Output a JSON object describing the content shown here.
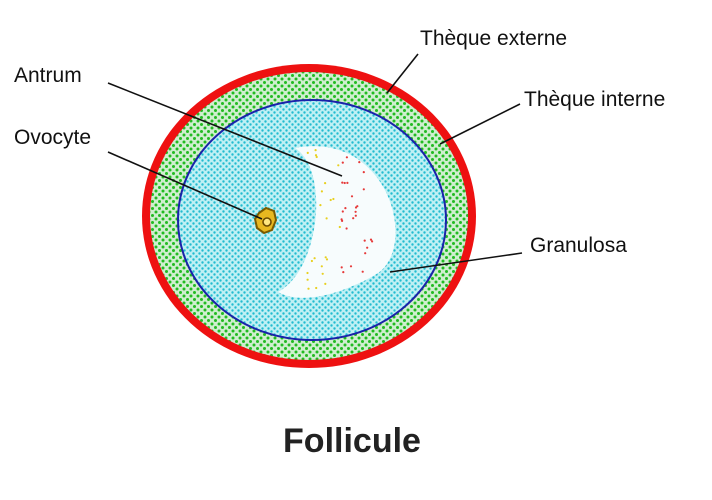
{
  "diagram": {
    "title": "Follicule",
    "labels": {
      "antrum": "Antrum",
      "ovocyte": "Ovocyte",
      "theque_externe": "Thèque externe",
      "theque_interne": "Thèque interne",
      "granulosa": "Granulosa"
    },
    "colors": {
      "theque_externe": "#ee1111",
      "theque_interne_base": "#cfeecf",
      "theque_interne_dots": "#22bb22",
      "basal_membrane": "#1a22aa",
      "granulosa_base": "#bff0f4",
      "granulosa_dots": "#22bbd0",
      "antrum_fill": "#f7fcfd",
      "antrum_dots_red": "#e63a3a",
      "antrum_dots_yellow": "#e8d020",
      "ovocyte_fill": "#e8b820",
      "ovocyte_stroke": "#7a5a00",
      "leader_lines": "#111111"
    }
  }
}
